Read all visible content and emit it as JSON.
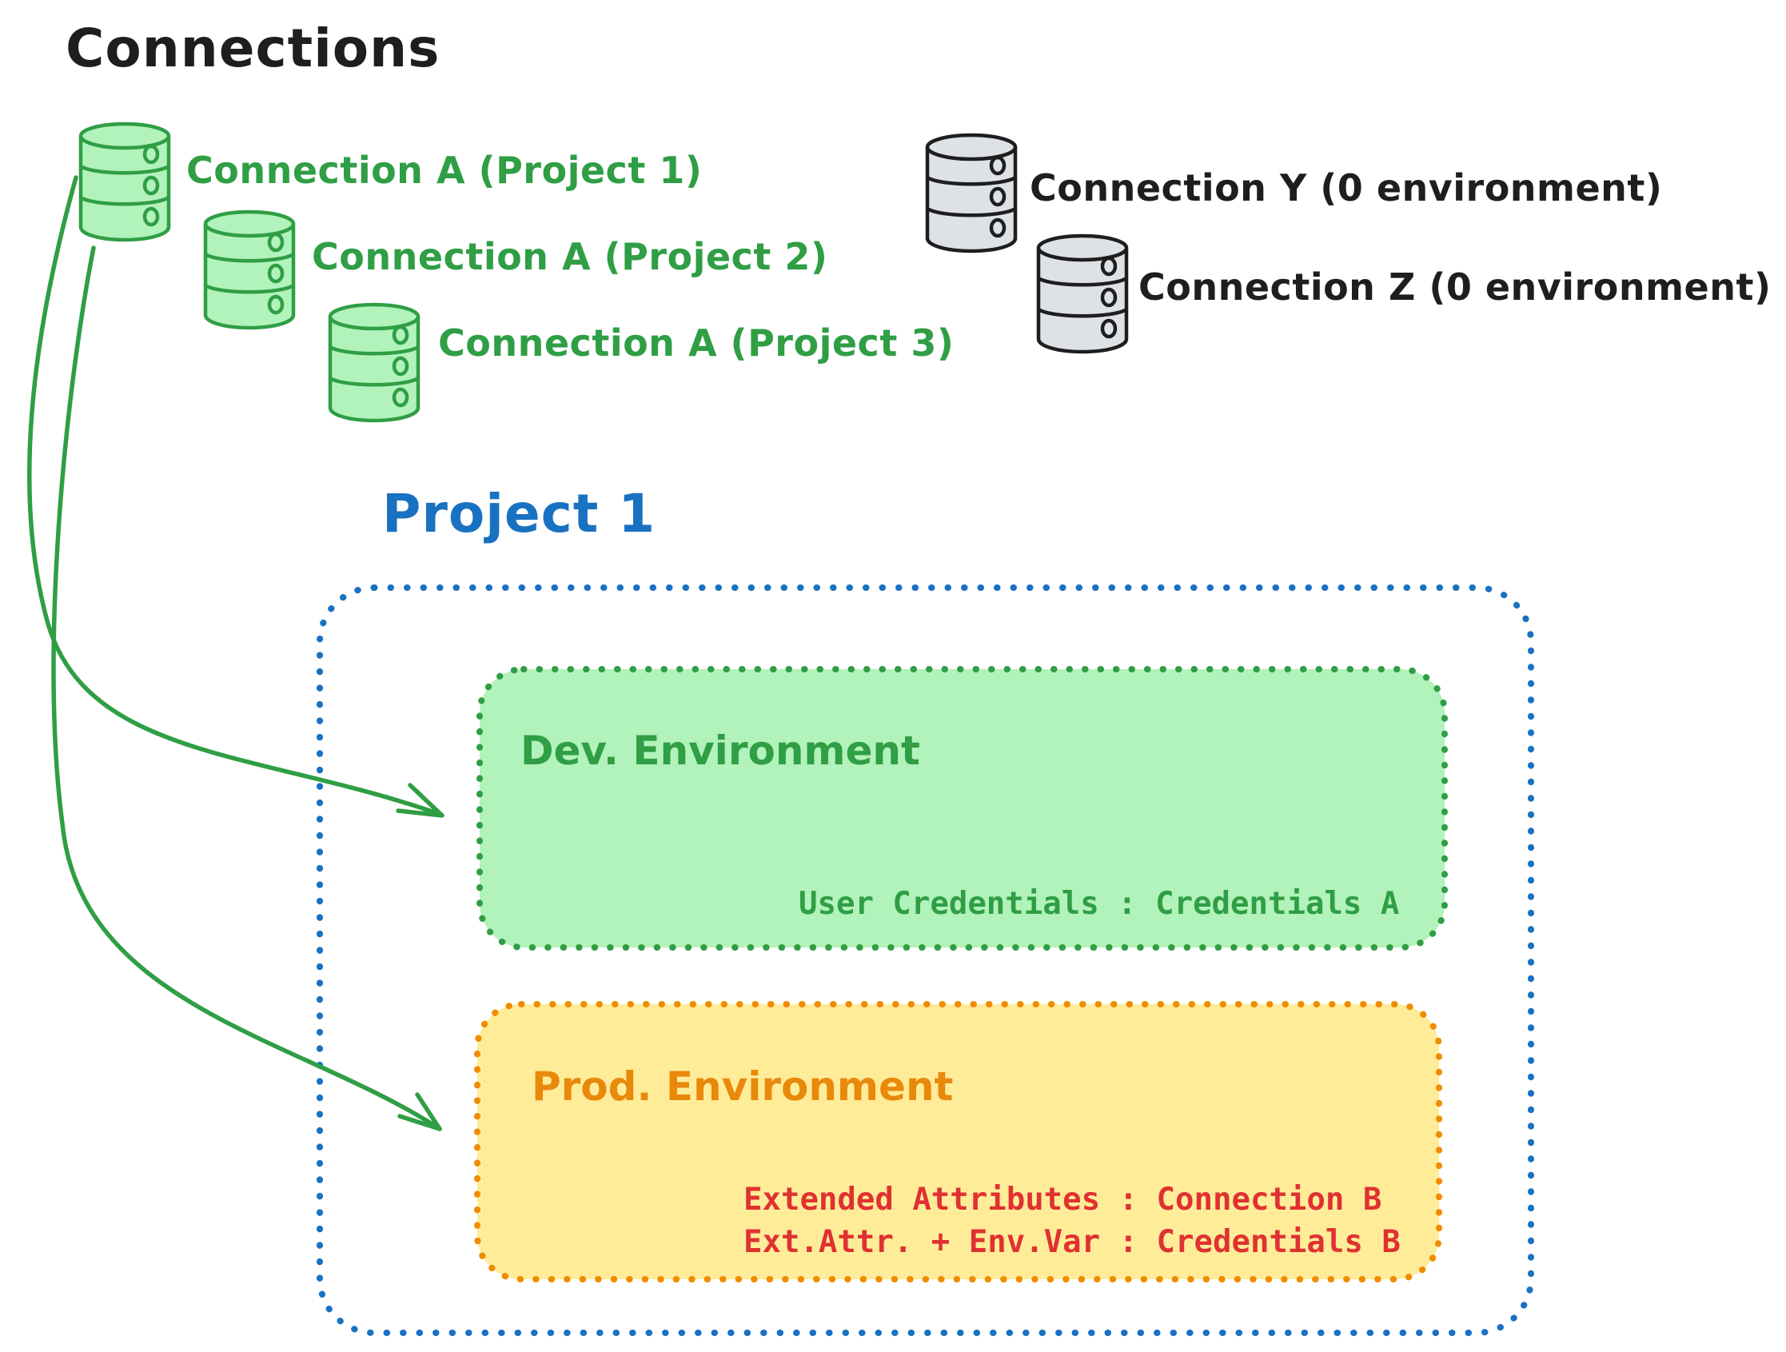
{
  "title": "Connections",
  "palette": {
    "black": "#1e1e1e",
    "green_stroke": "#2f9e44",
    "green_fill": "#b2f2bb",
    "gray_fill": "#dee2e6",
    "blue": "#1971c2",
    "orange_stroke": "#f08c00",
    "orange_text": "#e8890c",
    "yellow_fill": "#ffec99",
    "red": "#e03131"
  },
  "connections": {
    "shared": [
      {
        "icon": "database-icon",
        "label": "Connection A (Project 1)"
      },
      {
        "icon": "database-icon",
        "label": "Connection A (Project 2)"
      },
      {
        "icon": "database-icon",
        "label": "Connection A (Project 3)"
      }
    ],
    "unassigned": [
      {
        "icon": "database-icon",
        "label": "Connection Y (0 environment)"
      },
      {
        "icon": "database-icon",
        "label": "Connection Z (0 environment)"
      }
    ]
  },
  "project": {
    "title": "Project 1",
    "environments": {
      "dev": {
        "title": "Dev. Environment",
        "credentials": "User Credentials : Credentials A"
      },
      "prod": {
        "title": "Prod. Environment",
        "mappings": [
          "Extended Attributes : Connection B",
          "Ext.Attr. + Env.Var : Credentials B"
        ]
      }
    }
  }
}
